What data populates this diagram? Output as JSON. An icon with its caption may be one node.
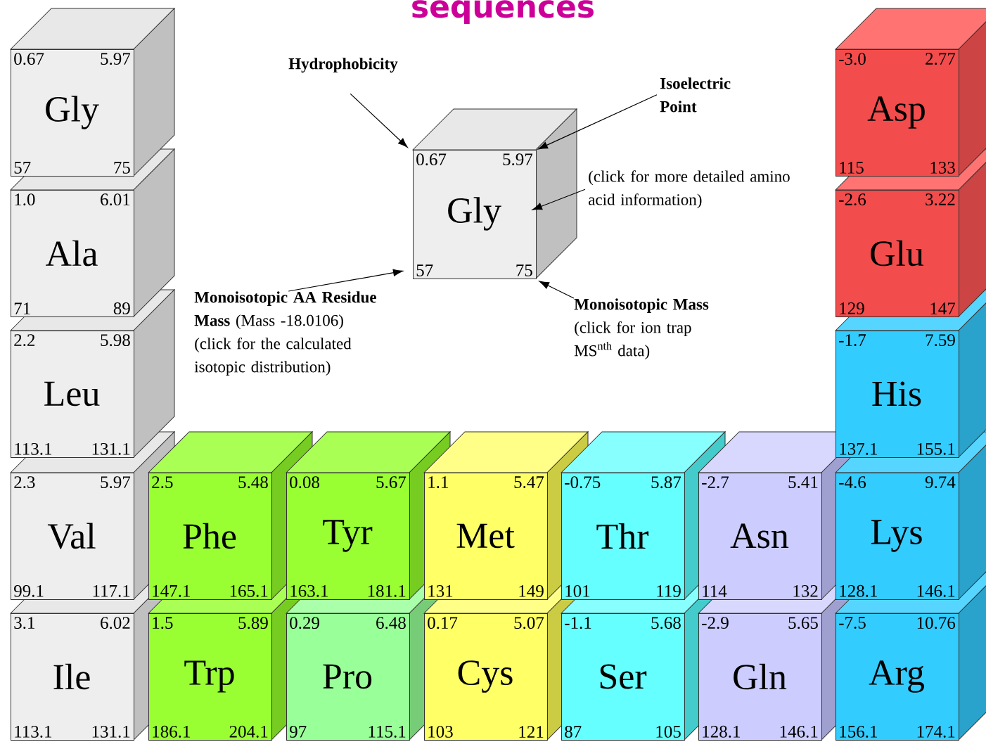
{
  "diagram": {
    "title": "sequences",
    "nodes": [
      {
        "text": [
          "0.67",
          "5.97",
          "Gly",
          "57",
          "75"
        ]
      },
      {
        "text": [
          "Hydrophobicity"
        ]
      },
      {
        "text": [
          "Isoelectric Point"
        ]
      },
      {
        "text": [
          "-3.0",
          "2.77",
          "Asp",
          "115",
          "133"
        ]
      },
      {
        "text": [
          "0.67",
          "5.97",
          "Gly",
          "57",
          "75"
        ]
      },
      {
        "text": [
          "(click for more detailed amino acid information)"
        ]
      },
      {
        "text": [
          "1.0",
          "6.01",
          "Ala",
          "71",
          "89"
        ]
      },
      {
        "text": [
          "-2.6",
          "3.22",
          "Glu",
          "129",
          "147"
        ]
      },
      {
        "text": [
          "**Monoisotopic AA Residue Mass** (Mass -18.0106) (click for the calculated isotopic distribution)"
        ]
      },
      {
        "text": [
          "**Monoisotopic Mass** (click for ion trap MS$^{nth}$ data)"
        ]
      },
      {
        "text": [
          "2.2",
          "5.98",
          "Leu",
          "113.1",
          "131.1"
        ]
      },
      {
        "text": [
          "-1.7",
          "7.59",
          "His",
          "137.1",
          "155.1"
        ]
      },
      {
        "text": [
          "2.3",
          "5.97",
          "Val",
          "99.1",
          "117.1"
        ]
      },
      {
        "text": [
          "2.5",
          "5.48",
          "Phe",
          "147.1",
          "165.1"
        ]
      },
      {
        "text": [
          "0.08",
          "5.67",
          "Tyr",
          "163.1",
          "181.1"
        ]
      },
      {
        "text": [
          "1.1",
          "5.47",
          "Met",
          "131",
          "149"
        ]
      },
      {
        "text": [
          "-0.75",
          "5.87",
          "Thr",
          "101",
          "119"
        ]
      },
      {
        "text": [
          "-2.7",
          "5.41",
          "Asn",
          "114",
          "132"
        ]
      },
      {
        "text": [
          "-4.6",
          "9.74",
          "Lys",
          "128.1",
          "146.1"
        ]
      },
      {
        "text": [
          "3.1",
          "6.02",
          "Ile",
          "113.1",
          "131.1"
        ]
      },
      {
        "text": [
          "1.5",
          "5.89",
          "Trp",
          "186.1",
          "204.1"
        ]
      },
      {
        "text": [
          "0.29",
          "6.48",
          "Pro",
          "97",
          "115.1"
        ]
      },
      {
        "text": [
          "0.17",
          "5.07",
          "Cys",
          "103",
          "121"
        ]
      },
      {
        "text": [
          "-1.1",
          "5.68",
          "Ser",
          "87",
          "105"
        ]
      },
      {
        "text": [
          "-2.9",
          "5.65",
          "Gln",
          "128.1",
          "146.1"
        ]
      },
      {
        "text": [
          "-7.5",
          "10.76",
          "Arg",
          "156.1",
          "174.1"
        ]
      }
    ],
    "edges": [
      {
        "from": 1,
        "to": 4,
        "arrow": "to"
      },
      {
        "from": 2,
        "to": 4,
        "arrow": "to"
      },
      {
        "from": 5,
        "to": 4,
        "arrow": "to"
      },
      {
        "from": 8,
        "to": 4,
        "arrow": "to"
      },
      {
        "from": 9,
        "to": 4,
        "arrow": "to"
      }
    ]
  }
}
